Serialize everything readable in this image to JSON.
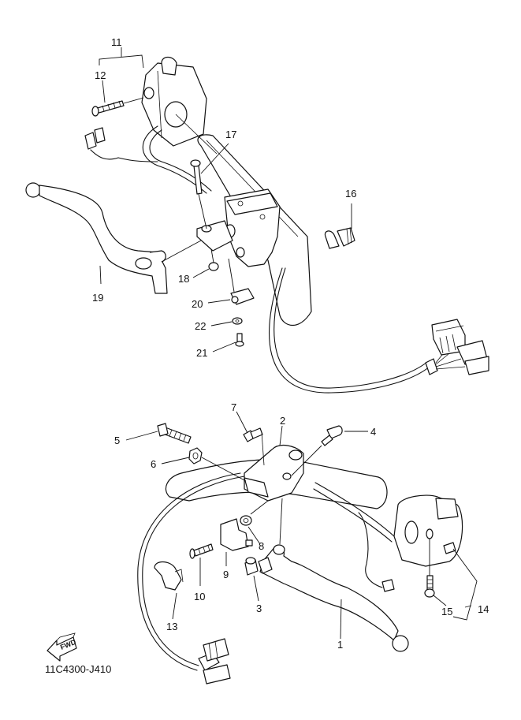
{
  "diagram": {
    "drawing_code": "11C4300-J410",
    "direction_marker": "FWD",
    "callouts": {
      "c1": "1",
      "c2": "2",
      "c3": "3",
      "c4": "4",
      "c5": "5",
      "c6": "6",
      "c7": "7",
      "c8": "8",
      "c9": "9",
      "c10": "10",
      "c11": "11",
      "c12": "12",
      "c13": "13",
      "c14": "14",
      "c15": "15",
      "c16": "16",
      "c17": "17",
      "c18": "18",
      "c19": "19",
      "c20": "20",
      "c21": "21",
      "c22": "22"
    },
    "colors": {
      "ink": "#111111",
      "paper": "#ffffff"
    }
  }
}
